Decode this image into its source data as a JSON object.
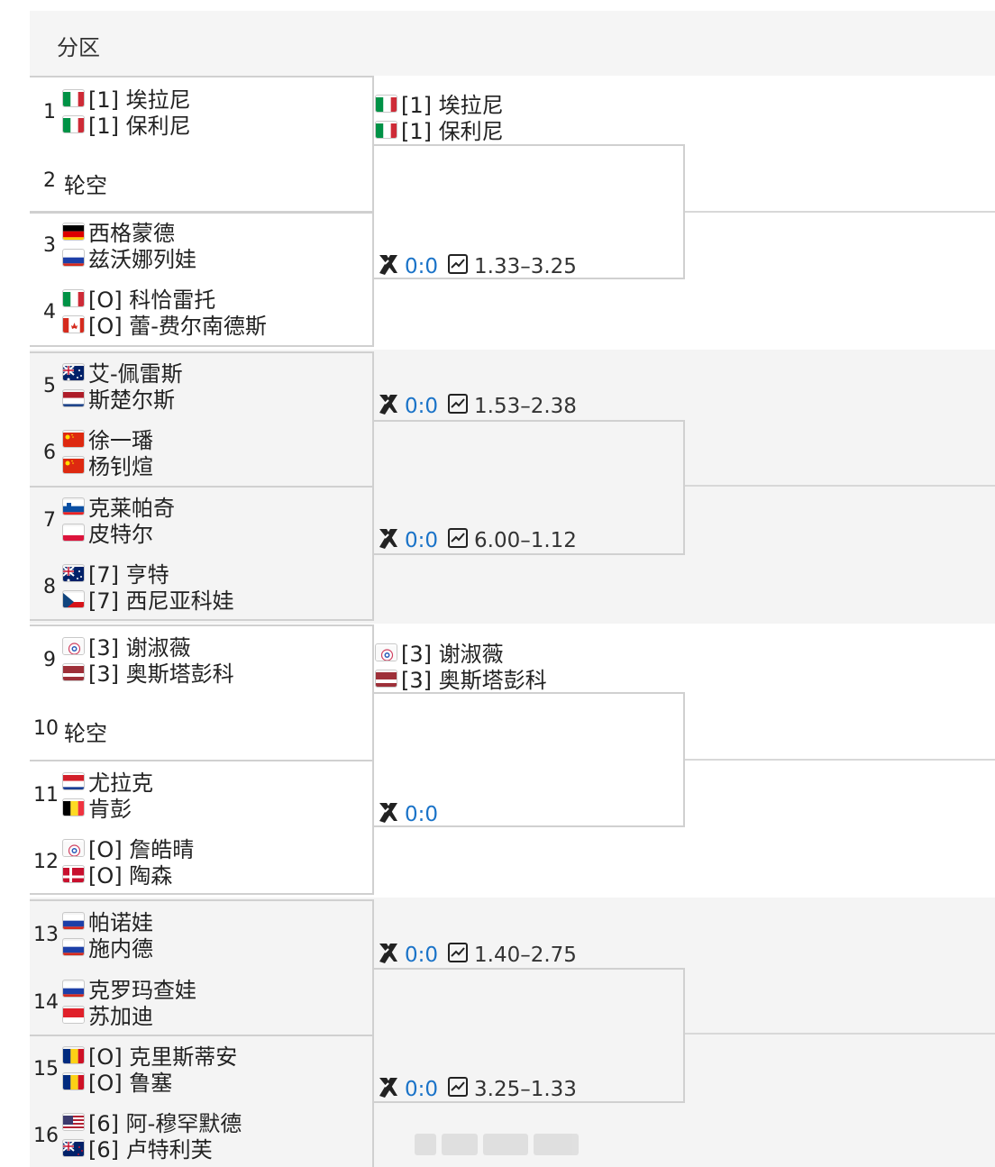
{
  "header": {
    "title": "分区"
  },
  "rows": [
    {
      "num": "1",
      "a": {
        "flag": "it",
        "text": "[1] 埃拉尼"
      },
      "b": {
        "flag": "it",
        "text": "[1] 保利尼"
      }
    },
    {
      "num": "2",
      "bye": "轮空"
    },
    {
      "num": "3",
      "a": {
        "flag": "de",
        "text": "西格蒙德"
      },
      "b": {
        "flag": "ru",
        "text": "兹沃娜列娃"
      }
    },
    {
      "num": "4",
      "a": {
        "flag": "it",
        "text": "[O] 科恰雷托"
      },
      "b": {
        "flag": "ca",
        "text": "[O] 蕾-费尔南德斯"
      }
    },
    {
      "num": "5",
      "a": {
        "flag": "au",
        "text": "艾-佩雷斯"
      },
      "b": {
        "flag": "nl",
        "text": "斯楚尔斯"
      }
    },
    {
      "num": "6",
      "a": {
        "flag": "cn",
        "text": "徐一璠"
      },
      "b": {
        "flag": "cn",
        "text": "杨钊煊"
      }
    },
    {
      "num": "7",
      "a": {
        "flag": "si",
        "text": "克莱帕奇"
      },
      "b": {
        "flag": "pl",
        "text": "皮特尔"
      }
    },
    {
      "num": "8",
      "a": {
        "flag": "au",
        "text": "[7] 亨特"
      },
      "b": {
        "flag": "cz",
        "text": "[7] 西尼亚科娃"
      }
    },
    {
      "num": "9",
      "a": {
        "flag": "tpe",
        "text": "[3] 谢淑薇"
      },
      "b": {
        "flag": "lv",
        "text": "[3] 奥斯塔彭科"
      }
    },
    {
      "num": "10",
      "bye": "轮空"
    },
    {
      "num": "11",
      "a": {
        "flag": "hr",
        "text": "尤拉克"
      },
      "b": {
        "flag": "be",
        "text": "肯彭"
      }
    },
    {
      "num": "12",
      "a": {
        "flag": "tpe",
        "text": "[O] 詹皓晴"
      },
      "b": {
        "flag": "dk",
        "text": "[O] 陶森"
      }
    },
    {
      "num": "13",
      "a": {
        "flag": "ru",
        "text": "帕诺娃"
      },
      "b": {
        "flag": "ru",
        "text": "施内德"
      }
    },
    {
      "num": "14",
      "a": {
        "flag": "ru",
        "text": "克罗玛查娃"
      },
      "b": {
        "flag": "id",
        "text": "苏加迪"
      }
    },
    {
      "num": "15",
      "a": {
        "flag": "ro",
        "text": "[O] 克里斯蒂安"
      },
      "b": {
        "flag": "ro",
        "text": "[O] 鲁塞"
      }
    },
    {
      "num": "16",
      "a": {
        "flag": "us",
        "text": "[6] 阿-穆罕默德"
      },
      "b": {
        "flag": "nz",
        "text": "[6] 卢特利芙"
      }
    }
  ],
  "round2": [
    {
      "type": "winner",
      "a": {
        "flag": "it",
        "text": "[1] 埃拉尼"
      },
      "b": {
        "flag": "it",
        "text": "[1] 保利尼"
      }
    },
    {
      "type": "score",
      "h2h": "0:0",
      "odds": "1.33–3.25"
    },
    {
      "type": "score",
      "h2h": "0:0",
      "odds": "1.53–2.38"
    },
    {
      "type": "score",
      "h2h": "0:0",
      "odds": "6.00–1.12"
    },
    {
      "type": "winner",
      "a": {
        "flag": "tpe",
        "text": "[3] 谢淑薇"
      },
      "b": {
        "flag": "lv",
        "text": "[3] 奥斯塔彭科"
      }
    },
    {
      "type": "score",
      "h2h": "0:0",
      "odds": ""
    },
    {
      "type": "score",
      "h2h": "0:0",
      "odds": "1.40–2.75"
    },
    {
      "type": "score",
      "h2h": "0:0",
      "odds": "3.25–1.33"
    }
  ],
  "colors": {
    "h2h": "#1a73c8",
    "border": "#d0d0d0",
    "band_grey": "#f4f4f4"
  },
  "icons": {
    "h2h": "crossed-rackets-icon",
    "odds": "chart-icon"
  }
}
